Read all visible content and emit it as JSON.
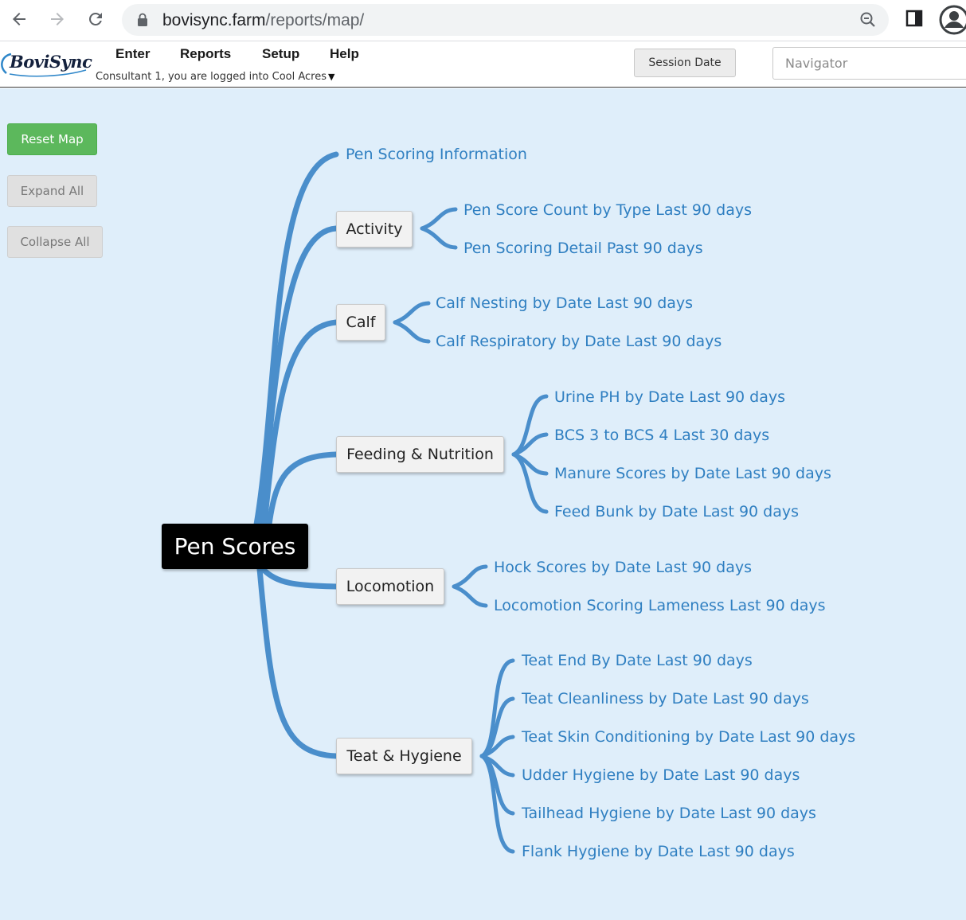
{
  "browser": {
    "url_host": "bovisync.farm",
    "url_path": "/reports/map/"
  },
  "header": {
    "logo_text": "BoviSync",
    "menu": {
      "enter": "Enter",
      "reports": "Reports",
      "setup": "Setup",
      "help": "Help"
    },
    "login_prefix": "Consultant 1, you are logged into",
    "farm_name": "Cool Acres",
    "session_date_label": "Session Date",
    "navigator_placeholder": "Navigator"
  },
  "sidebar": {
    "reset_map": "Reset Map",
    "expand_all": "Expand All",
    "collapse_all": "Collapse All"
  },
  "colors": {
    "map_background": "#dfeefa",
    "branch": "#4a8ecb",
    "link": "#2f7fc1",
    "reset_button": "#5cb85c",
    "root_node": "#000000"
  },
  "mindmap": {
    "root": "Pen Scores",
    "top_link": "Pen Scoring Information",
    "categories": [
      {
        "label": "Activity",
        "reports": [
          "Pen Score Count by Type Last 90 days",
          "Pen Scoring Detail Past 90 days"
        ]
      },
      {
        "label": "Calf",
        "reports": [
          "Calf Nesting by Date Last 90 days",
          "Calf Respiratory by Date Last 90 days"
        ]
      },
      {
        "label": "Feeding & Nutrition",
        "reports": [
          "Urine PH by Date Last 90 days",
          "BCS 3 to BCS 4 Last 30 days",
          "Manure Scores by Date Last 90 days",
          "Feed Bunk by Date Last 90 days"
        ]
      },
      {
        "label": "Locomotion",
        "reports": [
          "Hock Scores by Date Last 90 days",
          "Locomotion Scoring Lameness Last 90 days"
        ]
      },
      {
        "label": "Teat & Hygiene",
        "reports": [
          "Teat End By Date Last 90 days",
          "Teat Cleanliness by Date Last 90 days",
          "Teat Skin Conditioning by Date Last 90 days",
          "Udder Hygiene by Date Last 90 days",
          "Tailhead Hygiene by Date Last 90 days",
          "Flank Hygiene by Date Last 90 days"
        ]
      }
    ]
  }
}
